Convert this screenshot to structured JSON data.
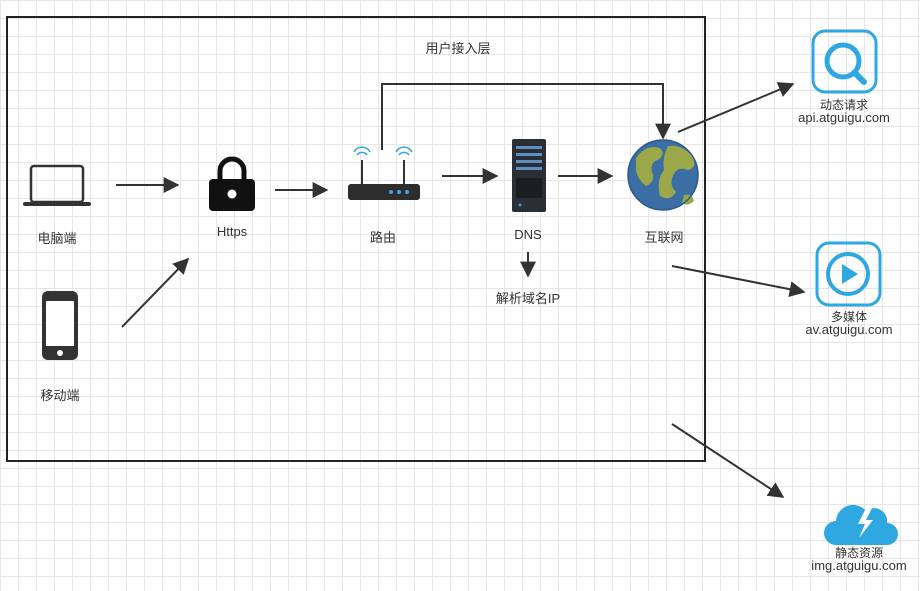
{
  "layer_title": "用户接入层",
  "nodes": {
    "pc": "电脑端",
    "mobile": "移动端",
    "https": "Https",
    "router": "路由",
    "dns": "DNS",
    "dns_resolve": "解析域名IP",
    "internet": "互联网"
  },
  "services": [
    {
      "title": "动态请求",
      "domain": "api.atguigu.com",
      "icon": "search-icon"
    },
    {
      "title": "多媒体",
      "domain": "av.atguigu.com",
      "icon": "play-icon"
    },
    {
      "title": "静态资源",
      "domain": "img.atguigu.com",
      "icon": "cloud-lightning-icon"
    }
  ],
  "colors": {
    "accent": "#2fa7e0",
    "line": "#333333",
    "globe_water": "#3a6ea5",
    "globe_land": "#9aa84a"
  }
}
